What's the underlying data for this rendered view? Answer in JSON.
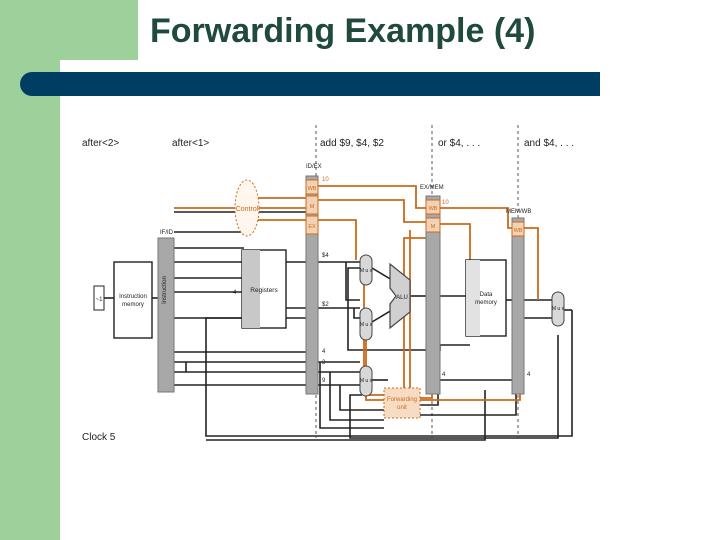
{
  "slide": {
    "title": "Forwarding Example (4)"
  },
  "stages": {
    "if": "after<2>",
    "id": "after<1>",
    "ex": "add $9, $4, $2",
    "mem": "or $4, . . .",
    "wb": "and $4, . . ."
  },
  "pipeline_registers": {
    "if_id": "IF/ID",
    "id_ex": "ID/EX",
    "ex_mem": "EX/MEM",
    "mem_wb": "MEM/WB"
  },
  "units": {
    "control": "Control",
    "registers": "Registers",
    "instruction": "Instruction",
    "instruction_memory_line1": "Instruction",
    "instruction_memory_line2": "memory",
    "alu": "ALU",
    "data_memory_line1": "Data",
    "data_memory_line2": "memory",
    "forwarding_unit_line1": "Forwarding",
    "forwarding_unit_line2": "unit",
    "mux": "M u x"
  },
  "control_fields": {
    "wb": "WB",
    "m": "M",
    "ex": "EX",
    "id_ex_value": "10",
    "ex_mem_value": "10"
  },
  "signals": {
    "pc_value": "~1",
    "reg_in": "4",
    "rs_data": "$4",
    "rt_data": "$2",
    "rs_num": "4",
    "rt_num": "2",
    "rd_num": "9",
    "ex_mem_dest": "4",
    "mem_wb_dest": "4"
  },
  "clock": "Clock 5",
  "colors": {
    "sidebar": "#9dd09a",
    "title": "#1f4a3c",
    "divider": "#003d63",
    "control_path": "#cc6a1a",
    "pipeline_register": "#a8a8a8"
  }
}
